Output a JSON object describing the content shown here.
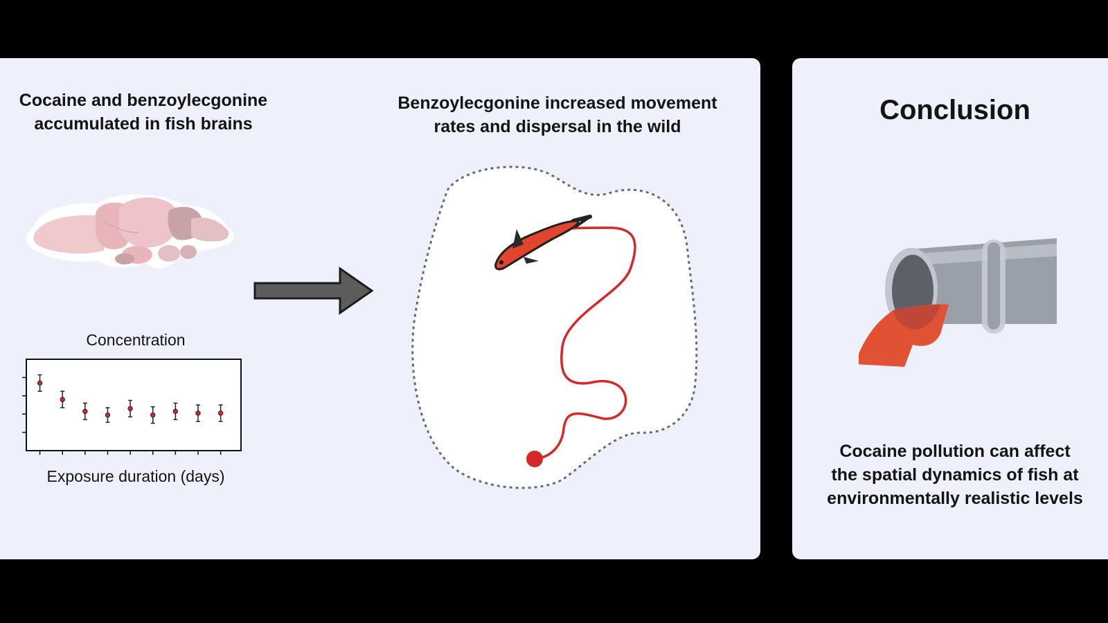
{
  "panels": {
    "left": {
      "heading_line1": "Cocaine and benzoylecgonine",
      "heading_line2": "accumulated in fish brains",
      "chart": {
        "title": "Concentration",
        "xlabel": "Exposure duration (days)"
      }
    },
    "middle": {
      "heading_line1": "Benzoylecgonine increased movement",
      "heading_line2": "rates and dispersal in the wild"
    },
    "right": {
      "title": "Conclusion",
      "text_line1": "Cocaine pollution can affect",
      "text_line2": "the spatial dynamics of fish at",
      "text_line3": "environmentally realistic levels"
    }
  },
  "colors": {
    "panel_bg": "#eef1fb",
    "accent_red": "#d62828",
    "pipe_grey": "#9ba1aa",
    "brain_pink": "#efc9cc"
  },
  "icons": [
    "brain-icon",
    "arrow-right-icon",
    "fish-icon",
    "pipe-icon"
  ],
  "chart_data": {
    "type": "scatter",
    "title": "Concentration",
    "xlabel": "Exposure duration (days)",
    "ylabel": "",
    "x": [
      1,
      2,
      3,
      4,
      5,
      6,
      7,
      8,
      9
    ],
    "y": [
      7.4,
      5.6,
      4.3,
      3.9,
      4.6,
      3.9,
      4.3,
      4.1,
      4.1
    ],
    "yerr": [
      0.9,
      0.9,
      0.9,
      0.8,
      0.9,
      0.9,
      0.9,
      0.9,
      0.9
    ],
    "xlim": [
      0.4,
      9.9
    ],
    "ylim": [
      0,
      10
    ],
    "grid": false
  }
}
